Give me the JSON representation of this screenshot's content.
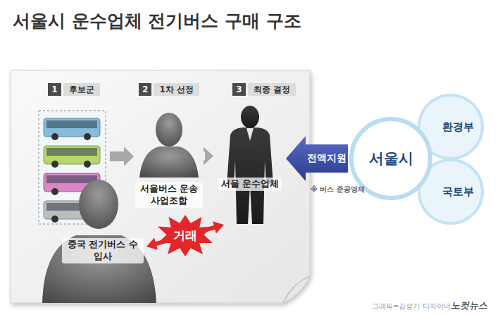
{
  "diagram": {
    "title": "서울시 운수업체 전기버스 구매 구조",
    "nodes": [
      {
        "text": [
          "1",
          "후보군"
        ]
      },
      {
        "text": [
          "2",
          "1차 선정"
        ]
      },
      {
        "text": [
          "3",
          "최종 결정"
        ]
      },
      {
        "text": [
          "서울버스 운송사업조합"
        ]
      },
      {
        "text": [
          "서울 운수업체"
        ]
      },
      {
        "text": [
          "중국 전기버스 수입사"
        ]
      },
      {
        "text": [
          "서울시"
        ]
      },
      {
        "text": [
          "환경부"
        ]
      },
      {
        "text": [
          "국토부"
        ]
      }
    ],
    "edges": [
      {
        "from": 3,
        "to": 4,
        "arrow": "to"
      },
      {
        "from": 5,
        "to": 4,
        "label": "거래",
        "arrow": "both"
      },
      {
        "from": 6,
        "to": 4,
        "label": "전액지원",
        "arrow": "to"
      }
    ],
    "labels": [
      "※ 버스 준공영제",
      "그래픽=김성기 디자이너",
      "노컷뉴스"
    ]
  }
}
